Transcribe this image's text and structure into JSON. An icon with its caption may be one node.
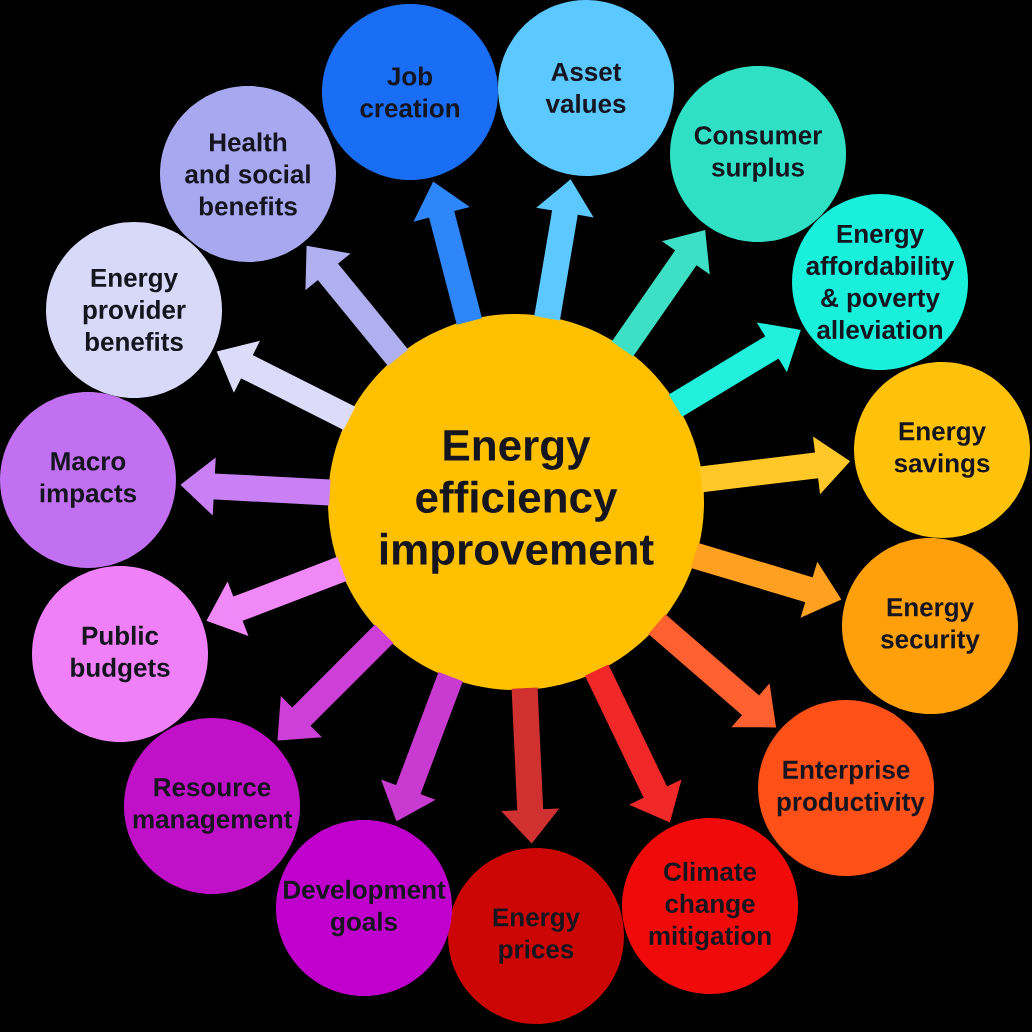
{
  "diagram": {
    "nodes": [
      {
        "text": [
          "Energy efficiency improvement"
        ]
      },
      {
        "text": [
          "Job creation"
        ]
      },
      {
        "text": [
          "Asset values"
        ]
      },
      {
        "text": [
          "Consumer surplus"
        ]
      },
      {
        "text": [
          "Energy affordability & poverty alleviation"
        ]
      },
      {
        "text": [
          "Energy savings"
        ]
      },
      {
        "text": [
          "Energy security"
        ]
      },
      {
        "text": [
          "Enterprise productivity"
        ]
      },
      {
        "text": [
          "Climate change mitigation"
        ]
      },
      {
        "text": [
          "Energy prices"
        ]
      },
      {
        "text": [
          "Development goals"
        ]
      },
      {
        "text": [
          "Resource management"
        ]
      },
      {
        "text": [
          "Public budgets"
        ]
      },
      {
        "text": [
          "Macro impacts"
        ]
      },
      {
        "text": [
          "Energy provider benefits"
        ]
      },
      {
        "text": [
          "Health and social benefits"
        ]
      }
    ],
    "edges": [
      {
        "from": 0,
        "to": 1,
        "arrow": "to",
        "color": "#2e86f8"
      },
      {
        "from": 0,
        "to": 2,
        "arrow": "to",
        "color": "#5cc8ff"
      },
      {
        "from": 0,
        "to": 3,
        "arrow": "to",
        "color": "#3de0c4"
      },
      {
        "from": 0,
        "to": 4,
        "arrow": "to",
        "color": "#20f0dc"
      },
      {
        "from": 0,
        "to": 5,
        "arrow": "to",
        "color": "#ffc828"
      },
      {
        "from": 0,
        "to": 6,
        "arrow": "to",
        "color": "#ffa020"
      },
      {
        "from": 0,
        "to": 7,
        "arrow": "to",
        "color": "#ff6030"
      },
      {
        "from": 0,
        "to": 8,
        "arrow": "to",
        "color": "#f02828"
      },
      {
        "from": 0,
        "to": 9,
        "arrow": "to",
        "color": "#d03030"
      },
      {
        "from": 0,
        "to": 10,
        "arrow": "to",
        "color": "#c83ad0"
      },
      {
        "from": 0,
        "to": 11,
        "arrow": "to",
        "color": "#cc40d8"
      },
      {
        "from": 0,
        "to": 12,
        "arrow": "to",
        "color": "#f088f8"
      },
      {
        "from": 0,
        "to": 13,
        "arrow": "to",
        "color": "#c880f4"
      },
      {
        "from": 0,
        "to": 14,
        "arrow": "to",
        "color": "#dcdcfa"
      },
      {
        "from": 0,
        "to": 15,
        "arrow": "to",
        "color": "#b0b0f0"
      }
    ]
  }
}
